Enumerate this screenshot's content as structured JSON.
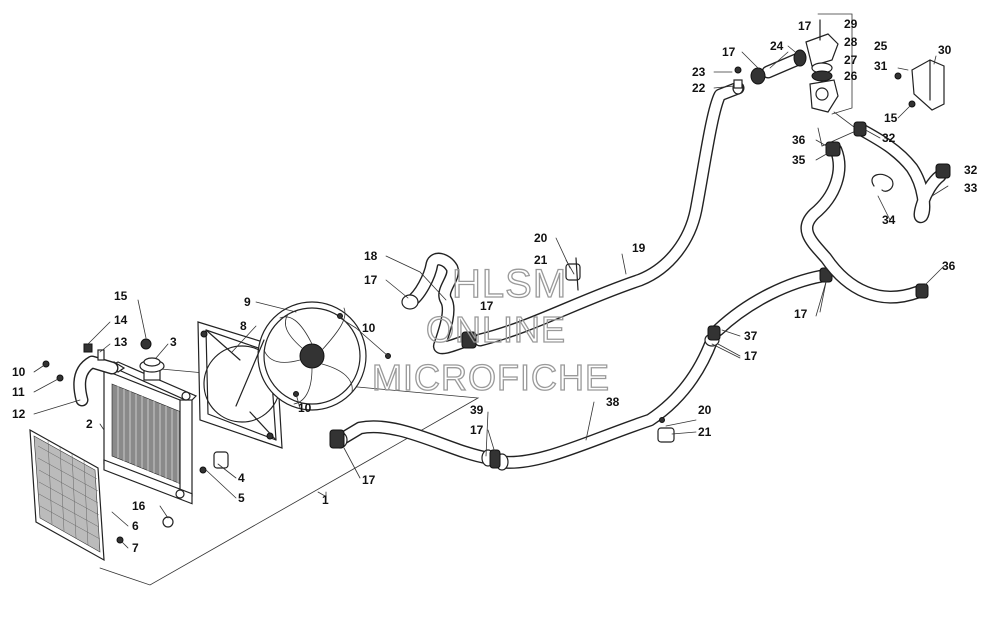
{
  "watermark": {
    "line1": "HLSM",
    "line2": "ONLINE",
    "line3": "MICROFICHE"
  },
  "callouts": [
    {
      "id": "c1",
      "text": "1"
    },
    {
      "id": "c2",
      "text": "2"
    },
    {
      "id": "c3",
      "text": "3"
    },
    {
      "id": "c4",
      "text": "4"
    },
    {
      "id": "c5",
      "text": "5"
    },
    {
      "id": "c6",
      "text": "6"
    },
    {
      "id": "c7",
      "text": "7"
    },
    {
      "id": "c8",
      "text": "8"
    },
    {
      "id": "c9",
      "text": "9"
    },
    {
      "id": "c10a",
      "text": "10"
    },
    {
      "id": "c10b",
      "text": "10"
    },
    {
      "id": "c10c",
      "text": "10"
    },
    {
      "id": "c11",
      "text": "11"
    },
    {
      "id": "c12",
      "text": "12"
    },
    {
      "id": "c13",
      "text": "13"
    },
    {
      "id": "c14",
      "text": "14"
    },
    {
      "id": "c15a",
      "text": "15"
    },
    {
      "id": "c15b",
      "text": "15"
    },
    {
      "id": "c16",
      "text": "16"
    },
    {
      "id": "c17a",
      "text": "17"
    },
    {
      "id": "c17b",
      "text": "17"
    },
    {
      "id": "c17c",
      "text": "17"
    },
    {
      "id": "c17d",
      "text": "17"
    },
    {
      "id": "c17e",
      "text": "17"
    },
    {
      "id": "c17f",
      "text": "17"
    },
    {
      "id": "c17g",
      "text": "17"
    },
    {
      "id": "c17h",
      "text": "17"
    },
    {
      "id": "c18",
      "text": "18"
    },
    {
      "id": "c19",
      "text": "19"
    },
    {
      "id": "c20a",
      "text": "20"
    },
    {
      "id": "c20b",
      "text": "20"
    },
    {
      "id": "c21a",
      "text": "21"
    },
    {
      "id": "c21b",
      "text": "21"
    },
    {
      "id": "c22",
      "text": "22"
    },
    {
      "id": "c23",
      "text": "23"
    },
    {
      "id": "c24",
      "text": "24"
    },
    {
      "id": "c25",
      "text": "25"
    },
    {
      "id": "c26",
      "text": "26"
    },
    {
      "id": "c27",
      "text": "27"
    },
    {
      "id": "c28",
      "text": "28"
    },
    {
      "id": "c29",
      "text": "29"
    },
    {
      "id": "c30",
      "text": "30"
    },
    {
      "id": "c31",
      "text": "31"
    },
    {
      "id": "c32a",
      "text": "32"
    },
    {
      "id": "c32b",
      "text": "32"
    },
    {
      "id": "c33",
      "text": "33"
    },
    {
      "id": "c34",
      "text": "34"
    },
    {
      "id": "c35",
      "text": "35"
    },
    {
      "id": "c36a",
      "text": "36"
    },
    {
      "id": "c36b",
      "text": "36"
    },
    {
      "id": "c37",
      "text": "37"
    },
    {
      "id": "c38",
      "text": "38"
    },
    {
      "id": "c39",
      "text": "39"
    }
  ]
}
